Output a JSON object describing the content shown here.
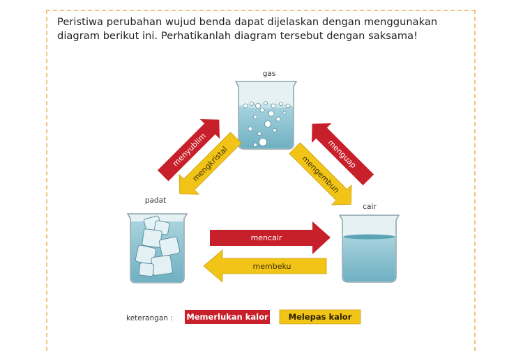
{
  "intro": {
    "line1": "Peristiwa perubahan wujud benda dapat dijelaskan dengan menggunakan",
    "line2": "diagram berikut ini.  Perhatikanlah diagram tersebut dengan saksama!"
  },
  "states": {
    "gas": "gas",
    "solid": "padat",
    "liquid": "cair"
  },
  "processes": {
    "sublimation": "menyublim",
    "deposition": "mengkristal",
    "evaporation": "menguap",
    "condensation": "mengembun",
    "melting": "mencair",
    "freezing": "membeku"
  },
  "legend": {
    "label": "keterangan :",
    "requires_heat": "Memerlukan kalor",
    "releases_heat": "Melepas kalor"
  },
  "colors": {
    "requires_heat": "#c8202a",
    "releases_heat": "#f2c417",
    "beaker_water": "#8fc6d4",
    "frame_border": "#f4c27e"
  }
}
